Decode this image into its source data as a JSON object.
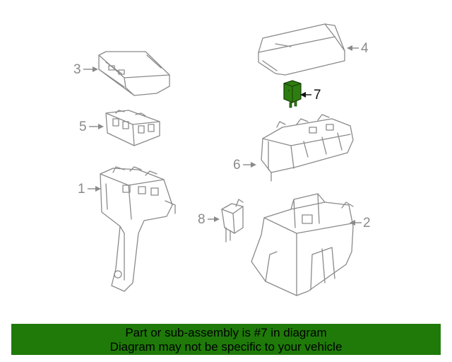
{
  "diagram": {
    "highlight_color": "#2e7d10",
    "line_color": "#8a8a8a",
    "callouts": [
      {
        "id": "1",
        "label": "1"
      },
      {
        "id": "2",
        "label": "2"
      },
      {
        "id": "3",
        "label": "3"
      },
      {
        "id": "4",
        "label": "4"
      },
      {
        "id": "5",
        "label": "5"
      },
      {
        "id": "6",
        "label": "6"
      },
      {
        "id": "7",
        "label": "7",
        "highlighted": true
      },
      {
        "id": "8",
        "label": "8"
      }
    ]
  },
  "banner": {
    "background": "#1f7a09",
    "line1": "Part or sub-assembly is #7 in diagram",
    "line2": "Diagram may not be specific to your vehicle"
  }
}
